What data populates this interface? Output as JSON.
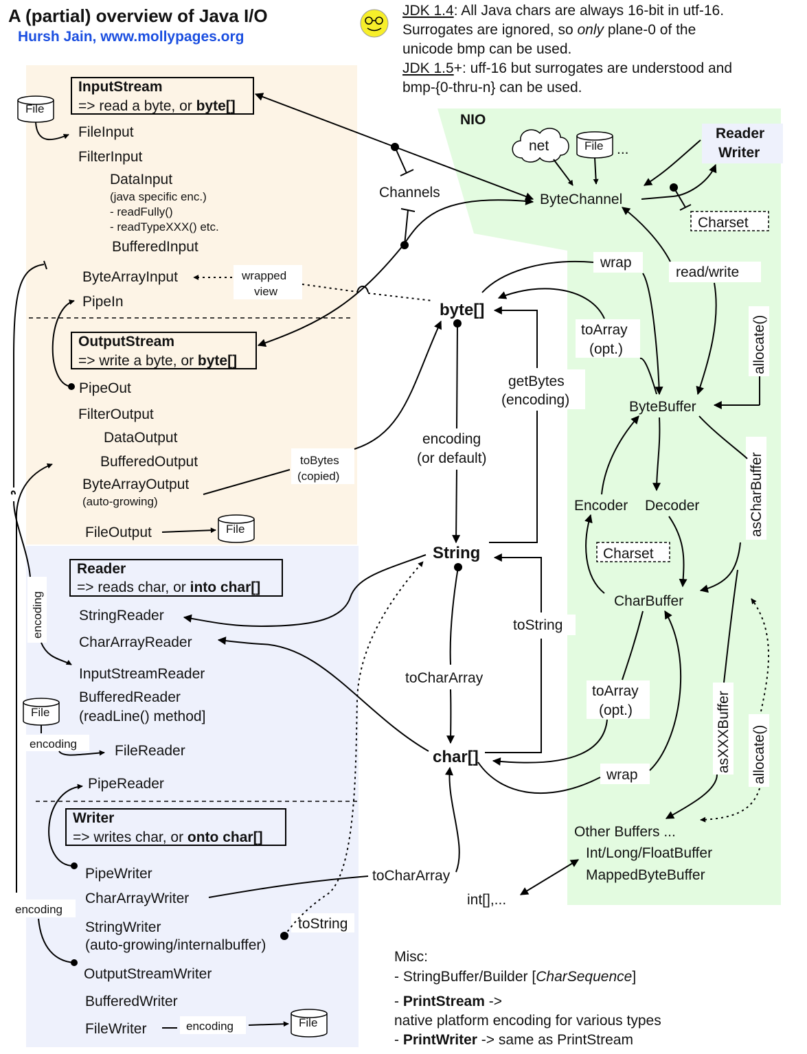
{
  "header": {
    "title": "A (partial) overview of Java I/O",
    "author": "Hursh Jain, www.mollypages.org",
    "note_jdk14_link": "JDK 1.4",
    "note_jdk14_text": ": All Java chars are always 16-bit in utf-16.",
    "note_line2_pre": "Surrogates are ignored, so ",
    "note_line2_em": "only",
    "note_line2_post": " plane-0 of the",
    "note_line3": "unicode bmp can be used.",
    "note_jdk15_link": "JDK 1.5",
    "note_jdk15_text": "+: uff-16 but surrogates are understood and",
    "note_line5": "bmp-{0-thru-n} can be used."
  },
  "streams": {
    "inputstream_title": "InputStream",
    "inputstream_desc_pre": "=> read a byte, or ",
    "inputstream_desc_bold": "byte[]",
    "file": "File",
    "fileinput": "FileInput",
    "filterinput": "FilterInput",
    "datainput": "DataInput",
    "datainput_note1": "(java specific enc.)",
    "datainput_note2": " - readFully()",
    "datainput_note3": " - readTypeXXX() etc.",
    "bufferedinput": "BufferedInput",
    "bytearrayinput": "ByteArrayInput",
    "wrapped": "wrapped",
    "view": "view",
    "pipein": "PipeIn",
    "outputstream_title": "OutputStream",
    "outputstream_desc_pre": "=> write a byte, or ",
    "outputstream_desc_bold": "byte[]",
    "pipeout": "PipeOut",
    "filteroutput": "FilterOutput",
    "dataoutput": "DataOutput",
    "bufferedoutput": "BufferedOutput",
    "bytearrayoutput": "ByteArrayOutput",
    "autogrowing": "(auto-growing)",
    "fileoutput": "FileOutput",
    "tobytes": "toBytes",
    "copied": "(copied)"
  },
  "readers": {
    "reader_title": "Reader",
    "reader_desc_pre": "=> reads char, or ",
    "reader_desc_bold": "into char[]",
    "stringreader": "StringReader",
    "chararrayreader": "CharArrayReader",
    "inputstreamreader": "InputStreamReader",
    "bufferedreader": "BufferedReader",
    "readline": "(readLine() method]",
    "encoding": "encoding",
    "filereader": "FileReader",
    "pipereader": "PipeReader",
    "writer_title": "Writer",
    "writer_desc_pre": "=> writes char, or ",
    "writer_desc_bold": "onto char[]",
    "pipewriter": "PipeWriter",
    "chararraywriter": "CharArrayWriter",
    "stringwriter": "StringWriter",
    "stringwriter_note": "(auto-growing/internalbuffer)",
    "outputstreamwriter": "OutputStreamWriter",
    "bufferedwriter": "BufferedWriter",
    "filewriter": "FileWriter",
    "tostring": "toString"
  },
  "center": {
    "channels": "Channels",
    "bytearr": "byte[]",
    "string": "String",
    "chararr": "char[]",
    "encoding": "encoding",
    "or_default": "(or default)",
    "getbytes": "getBytes",
    "getbytes_enc": "(encoding)",
    "tostring": "toString",
    "tochararray": "toCharArray",
    "intarr": "int[],..."
  },
  "nio": {
    "label": "NIO",
    "net": "net",
    "file": "File",
    "ellipsis": "...",
    "reader": "Reader",
    "writer": "Writer",
    "bytechannel": "ByteChannel",
    "charset": "Charset",
    "wrap": "wrap",
    "readwrite": "read/write",
    "toarray": "toArray",
    "opt": "(opt.)",
    "allocate": "allocate()",
    "bytebuffer": "ByteBuffer",
    "ascharbuffer": "asCharBuffer",
    "encoder": "Encoder",
    "decoder": "Decoder",
    "charbuffer": "CharBuffer",
    "asxxxbuffer": "asXXXBuffer",
    "otherbuffers": "Other Buffers ...",
    "intlongfloat": "Int/Long/FloatBuffer",
    "mapped": "MappedByteBuffer"
  },
  "misc": {
    "label": "Misc:",
    "line1_pre": "- StringBuffer/Builder [",
    "line1_em": "CharSequence",
    "line1_post": "]",
    "line2_pre": "- ",
    "line2_bold": "PrintStream",
    "line2_post": " ->",
    "line3": "native platform encoding for various types",
    "line4_pre": "- ",
    "line4_bold": "PrintWriter",
    "line4_post": " -> same as PrintStream"
  },
  "colors": {
    "stream_bg": "#fdf4e6",
    "reader_bg": "#eef1fc",
    "nio_bg": "#e3fbe0",
    "author": "#1a4ee0",
    "smiley": "#f7ef2a"
  }
}
